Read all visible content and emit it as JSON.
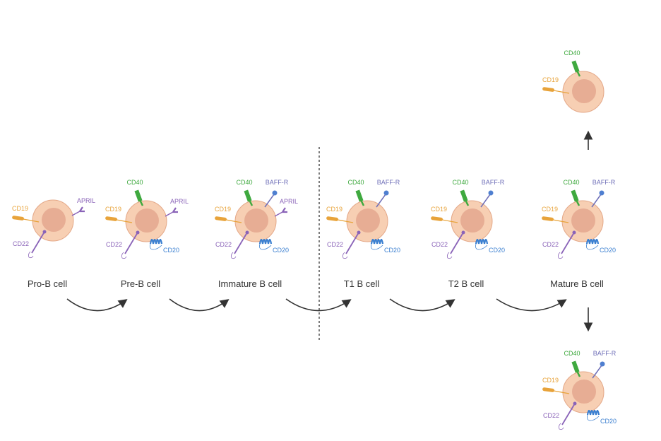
{
  "colors": {
    "cell": "#f7cfb3",
    "cell_border": "#e4a888",
    "nucleus": "#e7ad94",
    "CD19": "#e8a33a",
    "CD22": "#8a63b8",
    "APRIL": "#8a63b8",
    "CD40": "#3fa93f",
    "BAFF-R": "#6f6fb8",
    "CD20": "#3a7fd0",
    "arrow": "#333333"
  },
  "cells": [
    {
      "id": "pro-b",
      "label": "Pro-B cell",
      "markers": [
        "CD19",
        "CD22",
        "APRIL"
      ]
    },
    {
      "id": "pre-b",
      "label": "Pre-B cell",
      "markers": [
        "CD19",
        "CD22",
        "APRIL",
        "CD40",
        "CD20"
      ]
    },
    {
      "id": "immature-b",
      "label": "Immature B cell",
      "markers": [
        "CD19",
        "CD22",
        "APRIL",
        "CD40",
        "BAFF-R",
        "CD20"
      ]
    },
    {
      "id": "t1-b",
      "label": "T1 B cell",
      "markers": [
        "CD19",
        "CD22",
        "CD40",
        "BAFF-R",
        "CD20"
      ]
    },
    {
      "id": "t2-b",
      "label": "T2 B cell",
      "markers": [
        "CD19",
        "CD22",
        "CD40",
        "BAFF-R",
        "CD20"
      ]
    },
    {
      "id": "mature-b",
      "label": "Mature B cell",
      "markers": [
        "CD19",
        "CD22",
        "CD40",
        "BAFF-R",
        "CD20"
      ]
    },
    {
      "id": "upper-branch",
      "label": "",
      "markers": [
        "CD19",
        "CD40"
      ]
    },
    {
      "id": "lower-branch",
      "label": "",
      "markers": [
        "CD19",
        "CD22",
        "CD40",
        "BAFF-R",
        "CD20"
      ]
    }
  ],
  "marker_labels": {
    "CD19": "CD19",
    "CD22": "CD22",
    "APRIL": "APRIL",
    "CD40": "CD40",
    "BAFF-R": "BAFF-R",
    "CD20": "CD20"
  }
}
